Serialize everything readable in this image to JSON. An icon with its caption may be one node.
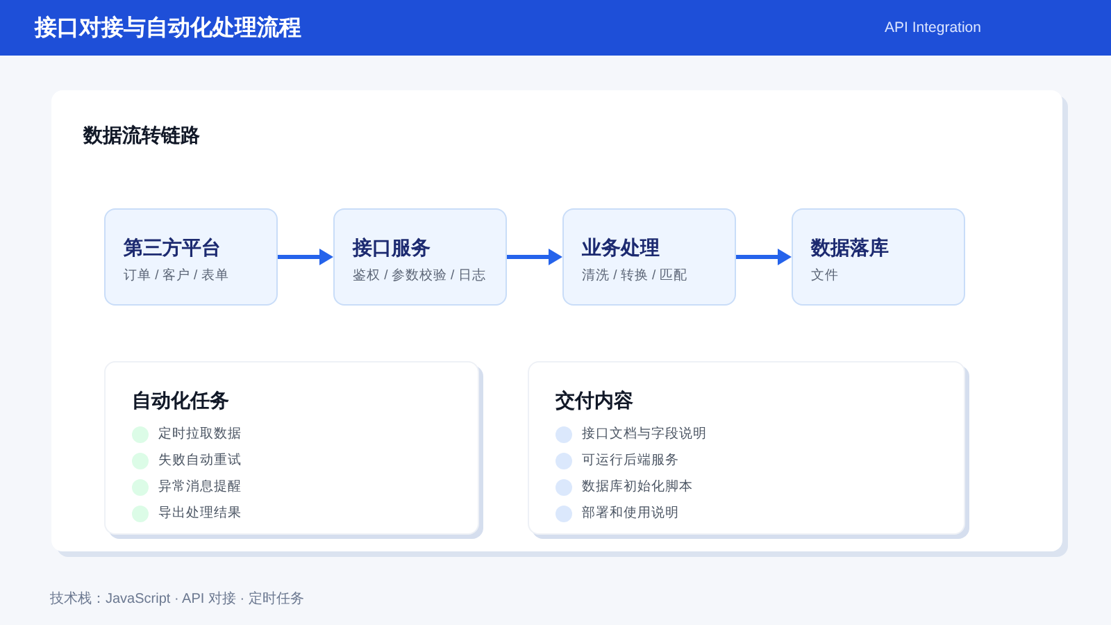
{
  "diagram": {
    "title": "接口对接与自动化处理流程",
    "nodes": [
      {
        "text": [
          "数据流转链路"
        ]
      },
      {
        "text": [
          "第三方平台",
          "订单 / 客户 / 表单"
        ],
        "in": 0
      },
      {
        "text": [
          "接口服务",
          "鉴权 / 参数校验 / 日志"
        ],
        "in": 0
      },
      {
        "text": [
          "业务处理",
          "清洗 / 转换 / 匹配"
        ],
        "in": 0
      },
      {
        "text": [
          "数据落库",
          "文件"
        ],
        "in": 0
      },
      {
        "text": [
          "自动化任务",
          "定时拉取数据",
          "失败自动重试",
          "异常消息提醒",
          "导出处理结果"
        ],
        "in": 0
      },
      {
        "text": [
          "交付内容",
          "接口文档与字段说明",
          "可运行后端服务",
          "数据库初始化脚本",
          "部署和使用说明"
        ],
        "in": 0
      }
    ],
    "edges": [
      {
        "from": 1,
        "to": 2,
        "arrow": "to"
      },
      {
        "from": 2,
        "to": 3,
        "arrow": "to"
      },
      {
        "from": 3,
        "to": 4,
        "arrow": "to"
      }
    ],
    "labels": [
      "API Integration",
      "技术栈：JavaScript · API 对接 · 定时任务"
    ]
  }
}
